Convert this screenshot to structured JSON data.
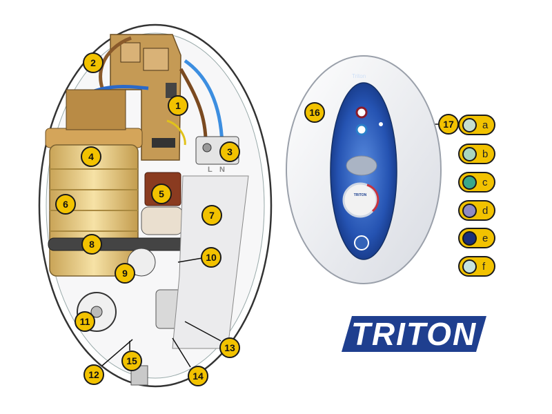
{
  "unit_callouts": [
    "1",
    "2",
    "3",
    "4",
    "5",
    "6",
    "7",
    "8",
    "9",
    "10",
    "11",
    "12",
    "13",
    "14",
    "15"
  ],
  "control_callouts": [
    "16",
    "17"
  ],
  "terminal_labels": {
    "line": "L",
    "neutral": "N"
  },
  "control_panel": {
    "brand_mark": "Triton",
    "button_label": "TRITON"
  },
  "legend": [
    {
      "letter": "a",
      "color": "#c6dfcf"
    },
    {
      "letter": "b",
      "color": "#a9d6bf"
    },
    {
      "letter": "c",
      "color": "#3aa88b"
    },
    {
      "letter": "d",
      "color": "#8f8bc4"
    },
    {
      "letter": "e",
      "color": "#1a2f7a"
    },
    {
      "letter": "f",
      "color": "#c7e4df"
    }
  ],
  "logo": {
    "text": "TRITON"
  },
  "colors": {
    "callout": "#f2c200",
    "logo_blue": "#1f3f8f",
    "panel_blue": "#2553b2"
  }
}
